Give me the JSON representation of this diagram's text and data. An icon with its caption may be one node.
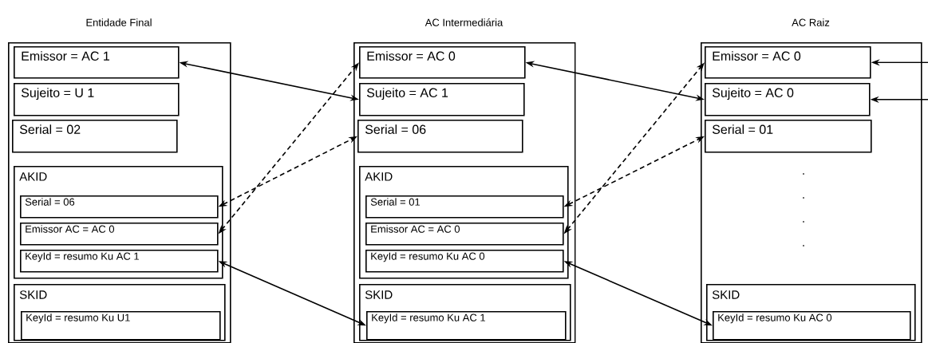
{
  "diagram": {
    "nodes": [
      {
        "text": [
          "Entidade Final"
        ]
      },
      {
        "text": [
          "Emissor = AC 1"
        ],
        "in": 0
      },
      {
        "text": [
          "Sujeito = U 1"
        ],
        "in": 0
      },
      {
        "text": [
          "Serial = 02"
        ],
        "in": 0
      },
      {
        "text": [
          "AKID"
        ],
        "in": 0
      },
      {
        "text": [
          "Serial = 06"
        ],
        "in": 4
      },
      {
        "text": [
          "Emissor AC = AC 0"
        ],
        "in": 4
      },
      {
        "text": [
          "KeyId = resumo Ku AC 1"
        ],
        "in": 4
      },
      {
        "text": [
          "SKID"
        ],
        "in": 0
      },
      {
        "text": [
          "KeyId = resumo Ku U1"
        ],
        "in": 8
      },
      {
        "text": [
          "AC Intermediária"
        ]
      },
      {
        "text": [
          "Emissor = AC 0"
        ],
        "in": 10
      },
      {
        "text": [
          "Sujeito = AC 1"
        ],
        "in": 10
      },
      {
        "text": [
          "Serial = 06"
        ],
        "in": 10
      },
      {
        "text": [
          "AKID"
        ],
        "in": 10
      },
      {
        "text": [
          "Serial = 01"
        ],
        "in": 14
      },
      {
        "text": [
          "Emissor AC = AC 0"
        ],
        "in": 14
      },
      {
        "text": [
          "KeyId = resumo Ku AC 0"
        ],
        "in": 14
      },
      {
        "text": [
          "SKID"
        ],
        "in": 10
      },
      {
        "text": [
          "KeyId = resumo Ku AC 1"
        ],
        "in": 18
      },
      {
        "text": [
          "AC Raiz"
        ]
      },
      {
        "text": [
          "Emissor = AC 0"
        ],
        "in": 20
      },
      {
        "text": [
          "Sujeito = AC 0"
        ],
        "in": 20
      },
      {
        "text": [
          "Serial = 01"
        ],
        "in": 20
      },
      {
        "text": [
          "SKID"
        ],
        "in": 20
      },
      {
        "text": [
          "KeyId = resumo Ku AC 0"
        ],
        "in": 24
      }
    ],
    "edges": [
      {
        "from": 1,
        "to": 12,
        "arrow": "both"
      },
      {
        "from": 5,
        "to": 13,
        "arrow": "both",
        "style": "dashed"
      },
      {
        "from": 6,
        "to": 11,
        "arrow": "both",
        "style": "dashed"
      },
      {
        "from": 7,
        "to": 19,
        "arrow": "both"
      },
      {
        "from": 11,
        "to": 22,
        "arrow": "both"
      },
      {
        "from": 15,
        "to": 23,
        "arrow": "both",
        "style": "dashed"
      },
      {
        "from": 16,
        "to": 21,
        "arrow": "both",
        "style": "dashed"
      },
      {
        "from": 17,
        "to": 25,
        "arrow": "both"
      },
      {
        "from": null,
        "to": 21,
        "arrow": "to"
      },
      {
        "from": null,
        "to": 22,
        "arrow": "to"
      }
    ],
    "labels": [
      ".",
      ".",
      ".",
      "."
    ]
  }
}
